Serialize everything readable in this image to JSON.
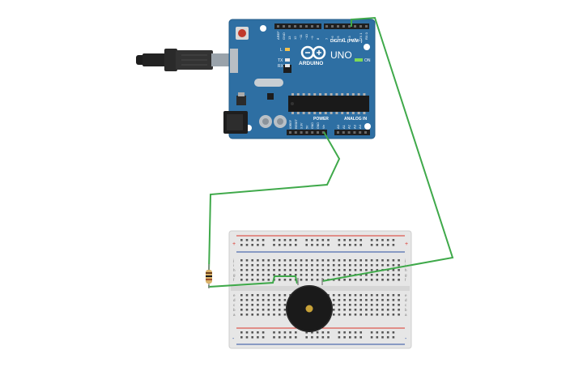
{
  "board": {
    "brand_logo_text": "ARDUINO",
    "model_label": "UNO",
    "digital_header_label": "DIGITAL (PWM~)",
    "power_header_label": "POWER",
    "analog_header_label": "ANALOG IN",
    "led_on_label": "ON",
    "led_l_label": "L",
    "led_tx_label": "TX",
    "led_rx_label": "RX",
    "digital_pins": [
      "AREF",
      "GND",
      "13",
      "12",
      "~11",
      "~10",
      "~9",
      "8",
      "7",
      "~6",
      "~5",
      "4",
      "~3",
      "2",
      "TX 1",
      "RX 0"
    ],
    "power_pins": [
      "IOREF",
      "RESET",
      "3.3V",
      "5V",
      "GND",
      "GND",
      "Vin"
    ],
    "analog_pins": [
      "A0",
      "A1",
      "A2",
      "A3",
      "A4",
      "A5"
    ]
  },
  "breadboard": {
    "row_letters_top": [
      "j",
      "i",
      "h",
      "g",
      "f"
    ],
    "row_letters_bottom": [
      "e",
      "d",
      "c",
      "b",
      "a"
    ],
    "rail_plus": "+",
    "rail_minus": "-"
  },
  "components": {
    "resistor": "resistor",
    "buzzer": "piezo buzzer",
    "usb_cable": "usb cable"
  },
  "colors": {
    "board_blue": "#2e6fa3",
    "wire_green": "#3fa94a",
    "breadboard_body": "#e6e6e6",
    "rail_red": "#d9352b",
    "rail_blue": "#2a4fa0",
    "buzzer_body": "#1a1a1a",
    "buzzer_center": "#c8a238"
  }
}
